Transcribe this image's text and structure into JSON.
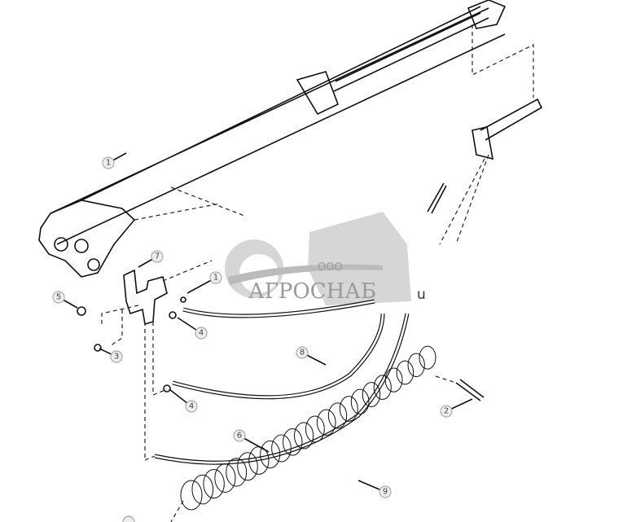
{
  "diagram": {
    "callouts": [
      {
        "label": "1",
        "part": "bolt-boom"
      },
      {
        "label": "7",
        "part": "bracket"
      },
      {
        "label": "1",
        "part": "bolt-bracket"
      },
      {
        "label": "5",
        "part": "nut"
      },
      {
        "label": "4",
        "part": "fitting-upper"
      },
      {
        "label": "3",
        "part": "nut-lower"
      },
      {
        "label": "8",
        "part": "hose-upper"
      },
      {
        "label": "4",
        "part": "fitting-lower"
      },
      {
        "label": "2",
        "part": "connector"
      },
      {
        "label": "6",
        "part": "hose-lower"
      },
      {
        "label": "9",
        "part": "coil-hose"
      },
      {
        "label": "",
        "part": "cut-off-callout"
      }
    ],
    "stray_text": "u"
  },
  "watermark": {
    "company_prefix": "ООО",
    "company_name": "АГРОСНАБ"
  }
}
